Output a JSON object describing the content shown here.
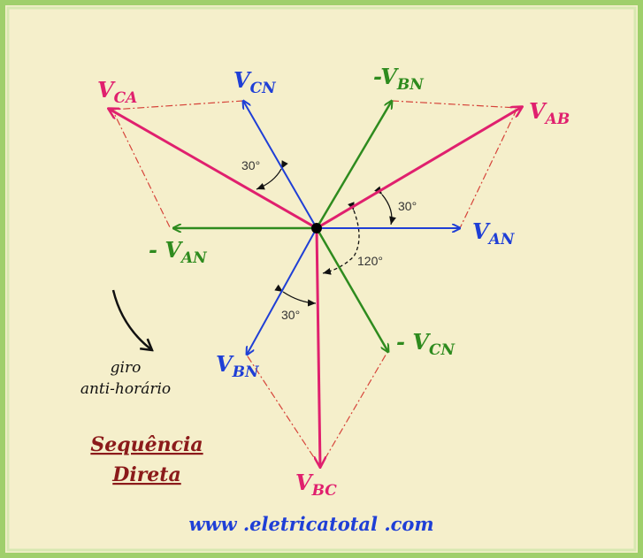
{
  "colors": {
    "background": "#f5efcb",
    "frame": "#9fcf6b",
    "phase_voltage": "#1f3fd6",
    "negative_phase": "#2e8b1e",
    "line_voltage": "#e0206e",
    "construction": "#d6443a",
    "heading": "#8b1a1a",
    "url": "#1f3fd6"
  },
  "labels": {
    "v_ca": {
      "main": "V",
      "sub": "CA"
    },
    "v_cn": {
      "main": "V",
      "sub": "CN"
    },
    "neg_v_bn": {
      "main": "-V",
      "sub": "BN"
    },
    "v_ab": {
      "main": "V",
      "sub": "AB"
    },
    "v_an": {
      "main": "V",
      "sub": "AN"
    },
    "neg_v_an": {
      "main": "- V",
      "sub": "AN"
    },
    "v_bn": {
      "main": "V",
      "sub": "BN"
    },
    "neg_v_cn": {
      "main": "- V",
      "sub": "CN"
    },
    "v_bc": {
      "main": "V",
      "sub": "BC"
    }
  },
  "angles": {
    "cn_ca": "30°",
    "ab_an": "30°",
    "bn_bc": "30°",
    "an_bc": "120°"
  },
  "rotation": {
    "line1": "giro",
    "line2": "anti-horário"
  },
  "sequence": {
    "line1": "Sequência",
    "line2": "Direta"
  },
  "website": "www .eletricatotal .com"
}
